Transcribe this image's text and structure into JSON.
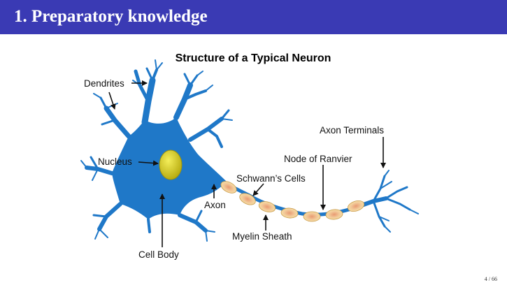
{
  "slide": {
    "section_title": "1. Preparatory knowledge",
    "page_number": "4 / 66"
  },
  "diagram": {
    "title": "Structure of a Typical Neuron",
    "labels": {
      "dendrites": "Dendrites",
      "nucleus": "Nucleus",
      "cell_body": "Cell Body",
      "axon": "Axon",
      "schwanns_cells": "Schwann’s Cells",
      "myelin_sheath": "Myelin Sheath",
      "node_of_ranvier": "Node of Ranvier",
      "axon_terminals": "Axon Terminals"
    }
  },
  "colors": {
    "header_bg": "#3a3ab4",
    "neuron_blue": "#1f78c8",
    "nucleus_yellow": "#d8cf1e",
    "myelin_fill": "#f6e2a6",
    "myelin_center": "#e89a72"
  }
}
